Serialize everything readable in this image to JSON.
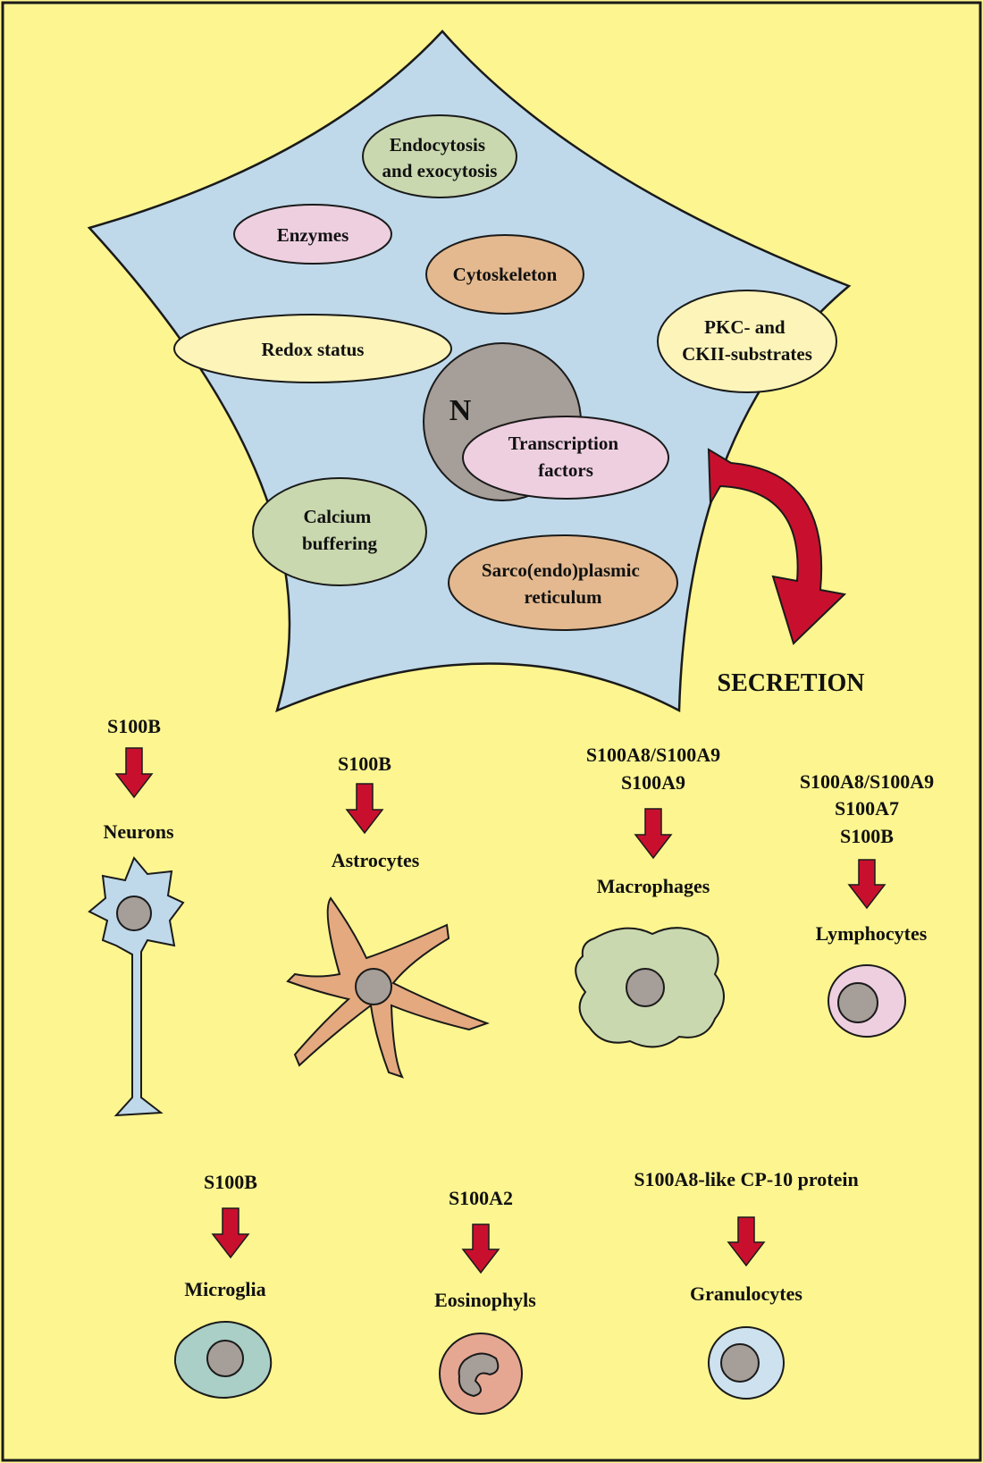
{
  "colors": {
    "background": "#fdf590",
    "cell_fill": "#bfd9ea",
    "arrow_red": "#c8102e",
    "nucleus": "#a69e98",
    "outline": "#1a1a1a"
  },
  "cell": {
    "nucleus_label": "N",
    "functions": {
      "endocytosis": [
        "Endocytosis",
        "and exocytosis"
      ],
      "enzymes": [
        "Enzymes"
      ],
      "cytoskeleton": [
        "Cytoskeleton"
      ],
      "redox": [
        "Redox status"
      ],
      "pkc": [
        "PKC- and",
        "CKII-substrates"
      ],
      "transcription": [
        "Transcription",
        "factors"
      ],
      "calcium": [
        "Calcium",
        "buffering"
      ],
      "sarco": [
        "Sarco(endo)plasmic",
        "reticulum"
      ]
    }
  },
  "secretion_label": "SECRETION",
  "targets": {
    "neurons": {
      "proteins": [
        "S100B"
      ],
      "target": "Neurons"
    },
    "astrocytes": {
      "proteins": [
        "S100B"
      ],
      "target": "Astrocytes"
    },
    "macrophages": {
      "proteins": [
        "S100A8/S100A9",
        "S100A9"
      ],
      "target": "Macrophages"
    },
    "lymphocytes": {
      "proteins": [
        "S100A8/S100A9",
        "S100A7",
        "S100B"
      ],
      "target": "Lymphocytes"
    },
    "microglia": {
      "proteins": [
        "S100B"
      ],
      "target": "Microglia"
    },
    "eosinophyls": {
      "proteins": [
        "S100A2"
      ],
      "target": "Eosinophyls"
    },
    "granulocytes": {
      "proteins": [
        "S100A8-like CP-10 protein"
      ],
      "target": "Granulocytes"
    }
  }
}
